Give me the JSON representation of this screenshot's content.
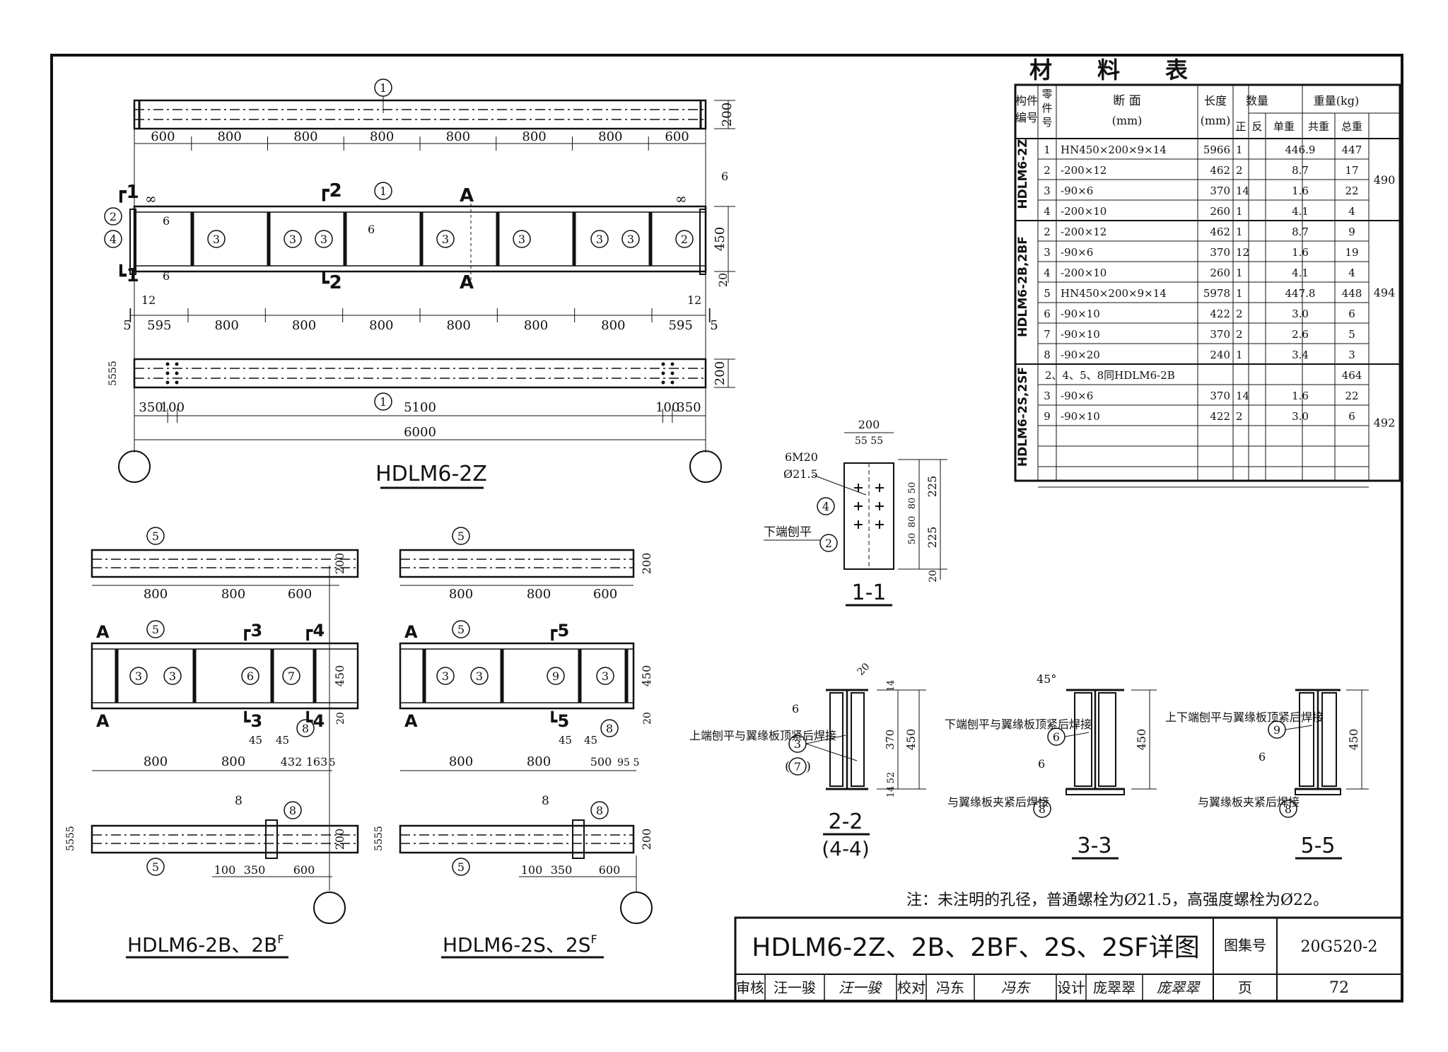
{
  "table": {
    "title": "材　　料　　表",
    "headers": {
      "member": "构件编号",
      "part": "零件号",
      "section": "断 面",
      "section_unit": "(mm)",
      "length": "长度",
      "length_unit": "(mm)",
      "qty": "数量",
      "qty_pos": "正",
      "qty_neg": "反",
      "weight": "重量(kg)",
      "unit_wt": "单重",
      "sum_wt": "共重",
      "total_wt": "总重"
    },
    "groups": [
      {
        "member": "HDLM6-2Z",
        "total": "490",
        "rows": [
          {
            "part": "1",
            "section": "HN450×200×9×14",
            "length": "5966",
            "pos": "1",
            "neg": "",
            "unit": "446.9",
            "sum": "447"
          },
          {
            "part": "2",
            "section": "-200×12",
            "length": "462",
            "pos": "2",
            "neg": "",
            "unit": "8.7",
            "sum": "17"
          },
          {
            "part": "3",
            "section": "-90×6",
            "length": "370",
            "pos": "14",
            "neg": "",
            "unit": "1.6",
            "sum": "22"
          },
          {
            "part": "4",
            "section": "-200×10",
            "length": "260",
            "pos": "1",
            "neg": "",
            "unit": "4.1",
            "sum": "4"
          }
        ]
      },
      {
        "member": "HDLM6-2B,2BF",
        "total": "494",
        "rows": [
          {
            "part": "2",
            "section": "-200×12",
            "length": "462",
            "pos": "1",
            "neg": "",
            "unit": "8.7",
            "sum": "9"
          },
          {
            "part": "3",
            "section": "-90×6",
            "length": "370",
            "pos": "12",
            "neg": "",
            "unit": "1.6",
            "sum": "19"
          },
          {
            "part": "4",
            "section": "-200×10",
            "length": "260",
            "pos": "1",
            "neg": "",
            "unit": "4.1",
            "sum": "4"
          },
          {
            "part": "5",
            "section": "HN450×200×9×14",
            "length": "5978",
            "pos": "1",
            "neg": "",
            "unit": "447.8",
            "sum": "448"
          },
          {
            "part": "6",
            "section": "-90×10",
            "length": "422",
            "pos": "2",
            "neg": "",
            "unit": "3.0",
            "sum": "6"
          },
          {
            "part": "7",
            "section": "-90×10",
            "length": "370",
            "pos": "2",
            "neg": "",
            "unit": "2.6",
            "sum": "5"
          },
          {
            "part": "8",
            "section": "-90×20",
            "length": "240",
            "pos": "1",
            "neg": "",
            "unit": "3.4",
            "sum": "3"
          }
        ]
      },
      {
        "member": "HDLM6-2S,2SF",
        "total": "492",
        "note": "2、4、5、8同HDLM6-2B",
        "note_sum": "464",
        "rows": [
          {
            "part": "3",
            "section": "-90×6",
            "length": "370",
            "pos": "14",
            "neg": "",
            "unit": "1.6",
            "sum": "22"
          },
          {
            "part": "9",
            "section": "-90×10",
            "length": "422",
            "pos": "2",
            "neg": "",
            "unit": "3.0",
            "sum": "6"
          }
        ]
      }
    ]
  },
  "views": {
    "main_title": "HDLM6-2Z",
    "b_title": "HDLM6-2B、2B",
    "b_sup": "F",
    "s_title": "HDLM6-2S、2S",
    "s_sup": "F",
    "top_dims": [
      "600",
      "800",
      "800",
      "800",
      "800",
      "800",
      "800",
      "600"
    ],
    "elev_dims": [
      "5",
      "595",
      "800",
      "800",
      "800",
      "800",
      "800",
      "800",
      "595",
      "5"
    ],
    "plan_dims": [
      "350",
      "100",
      "5100",
      "100",
      "350"
    ],
    "total_dim": "6000",
    "height_200": "200",
    "height_450": "450",
    "height_20": "20",
    "five_stack": "5555",
    "b_top_dims": [
      "800",
      "800",
      "600"
    ],
    "b_elev_dims": [
      "800",
      "800",
      "432",
      "163",
      "5"
    ],
    "s_elev_dims": [
      "800",
      "800",
      "500",
      "95",
      "5"
    ],
    "b_plan_dims": [
      "100",
      "350",
      "600"
    ],
    "weld_6": "6",
    "weld_12": "12",
    "weld_inf": "∞",
    "weld_8": "8",
    "dim_45": "45"
  },
  "sections": {
    "s11_title": "1-1",
    "s11_bolt": "6M20",
    "s11_hole": "Ø21.5",
    "s11_note": "下端刨平",
    "s11_w": "200",
    "s11_w2": "55 55",
    "s11_v": [
      "50",
      "80",
      "80",
      "50"
    ],
    "s11_h": [
      "225",
      "225",
      "20"
    ],
    "s22_title": "2-2",
    "s22_sub": "(4-4)",
    "s22_note": "上端刨平与翼缘板顶紧后焊接",
    "s22_dims": [
      "20",
      "14",
      "370",
      "450",
      "14",
      "52"
    ],
    "s33_title": "3-3",
    "s33_note1": "下端刨平与翼缘板顶紧后焊接",
    "s33_note2": "与翼缘板夹紧后焊接",
    "s33_angle": "45°",
    "s55_title": "5-5",
    "s55_note1": "上下端刨平与翼缘板顶紧后焊接",
    "s55_note2": "与翼缘板夹紧后焊接"
  },
  "note": "注：未注明的孔径，普通螺栓为Ø21.5，高强度螺栓为Ø22。",
  "titleblock": {
    "title": "HDLM6-2Z、2B、2BF、2S、2SF详图",
    "atlas_label": "图集号",
    "atlas_no": "20G520-2",
    "review_label": "审核",
    "reviewer": "汪一骏",
    "review_sign": "汪一骏",
    "check_label": "校对",
    "checker": "冯东",
    "check_sign": "冯东",
    "design_label": "设计",
    "designer": "庞翠翠",
    "design_sign": "庞翠翠",
    "page_label": "页",
    "page_no": "72"
  }
}
